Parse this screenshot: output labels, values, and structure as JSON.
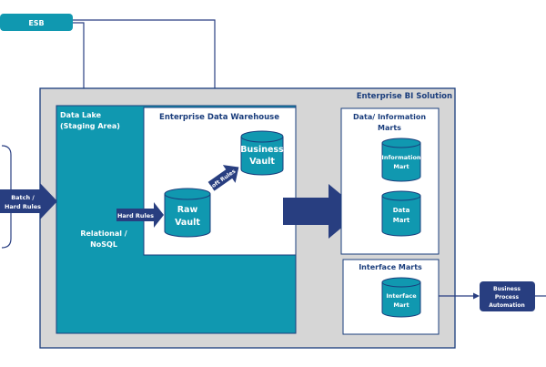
{
  "esb": {
    "label": "ESB"
  },
  "solution": {
    "title": "Enterprise BI Solution"
  },
  "data_lake": {
    "title_line1": "Data Lake",
    "title_line2": "(Staging Area)",
    "body_line1": "Relational /",
    "body_line2": "NoSQL"
  },
  "edw": {
    "title": "Enterprise Data Warehouse"
  },
  "raw_vault": {
    "line1": "Raw",
    "line2": "Vault"
  },
  "business_vault": {
    "line1": "Business",
    "line2": "Vault"
  },
  "hard_rules_inner": {
    "label": "Hard Rules"
  },
  "soft_rules": {
    "label": "Soft Rules"
  },
  "batch": {
    "line1": "Batch /",
    "line2": "Hard Rules"
  },
  "marts": {
    "title_line1": "Data/ Information",
    "title_line2": "Marts"
  },
  "information_mart": {
    "line1": "Information",
    "line2": "Mart"
  },
  "data_mart": {
    "line1": "Data",
    "line2": "Mart"
  },
  "interface_marts": {
    "title": "Interface Marts"
  },
  "interface_mart": {
    "line1": "Interface",
    "line2": "Mart"
  },
  "bpa": {
    "line1": "Business",
    "line2": "Process",
    "line3": "Automation"
  },
  "colors": {
    "teal": "#1098b0",
    "navy": "#283e80",
    "gray_panel": "#d6d6d6",
    "outline": "#1a3d7c"
  }
}
